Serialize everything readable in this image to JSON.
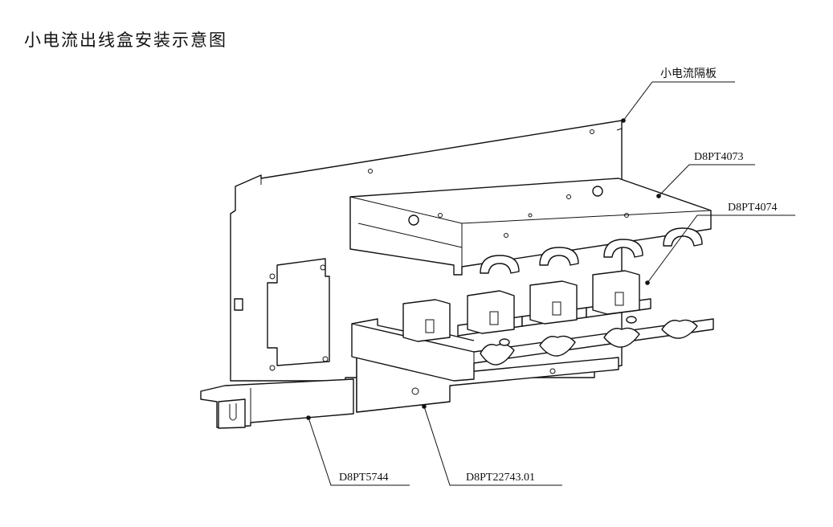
{
  "title": "小电流出线盒安装示意图",
  "labels": {
    "partition": "小电流隔板",
    "top_cover": "D8PT4073",
    "mid_part": "D8PT4074",
    "left_bracket": "D8PT5744",
    "front_plate": "D8PT22743.01"
  }
}
